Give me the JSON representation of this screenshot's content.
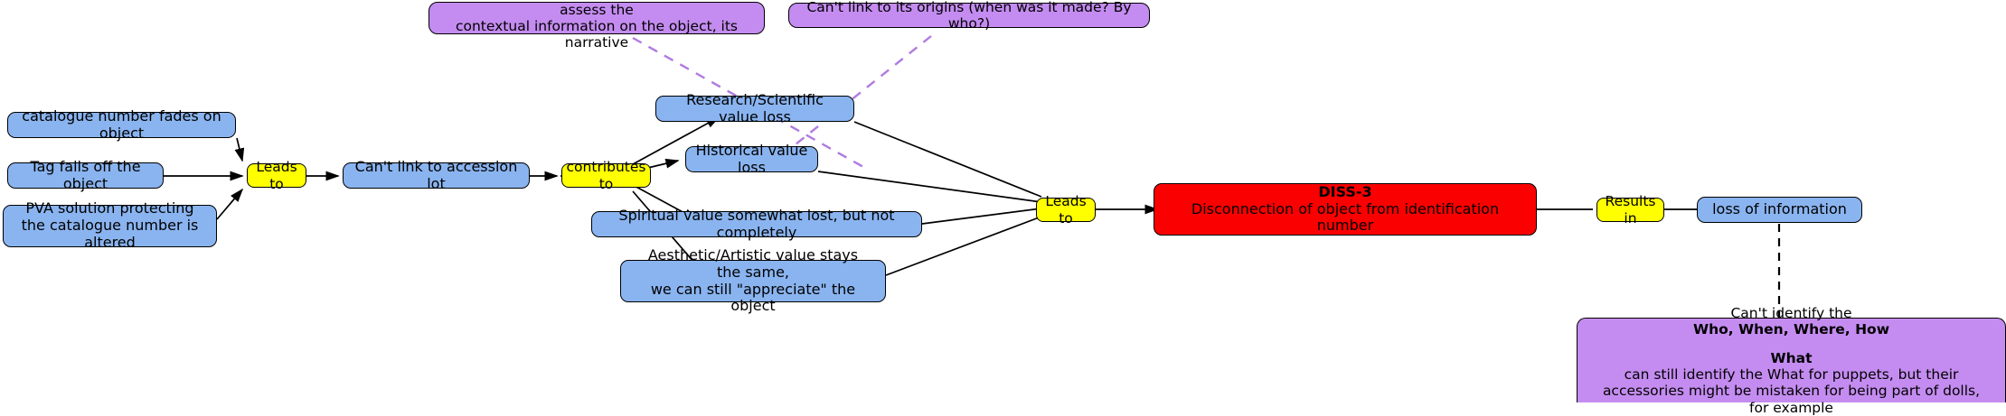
{
  "diagram": {
    "title": "DISS-3 Disconnection of object from identification number",
    "colors": {
      "blue": "#8ab4f0",
      "yellow": "#ffff00",
      "red": "#fb0000",
      "purple": "#c48cf0",
      "edge": "#000000",
      "dashed_annotation": "#b07ae0"
    },
    "nodes": {
      "catalogue_fades": "catalogue number fades on object",
      "tag_falls": "Tag falls off the object",
      "pva_line1": "PVA solution protecting",
      "pva_line2": "the catalogue number is altered",
      "leads_to_1": "Leads to",
      "cant_link_accession": "Can't link to accession lot",
      "contributes_to": "contributes to",
      "research_loss": "Research/Scientific value loss",
      "historical_loss": "Historical value loss",
      "spiritual_loss": "Spiritual value somewhat lost, but not completely",
      "aesthetic_line1": "Aesthetic/Artistic value stays the same,",
      "aesthetic_line2": "we can still \"appreciate\" the object",
      "leads_to_2": "Leads to",
      "diss_code": "DISS-3",
      "diss_desc": "Disconnection of object from identification number",
      "results_in": "Results in",
      "loss_of_information": "loss of information"
    },
    "annotations": {
      "accession_line1": "Can't link to the accession, so we can't assess the",
      "accession_line2": "contextual information on the object, its narrative",
      "origins": "Can't link to its origins (when was it made? By who?)",
      "identify_line1": "Can't identify the",
      "identify_line2": "Who, When, Where, How",
      "identify_line3_bold": "What",
      "identify_line3_rest": " can still identify the What for puppets, but their",
      "identify_line4": "accessories might be mistaken for being part of dolls, for example"
    }
  }
}
